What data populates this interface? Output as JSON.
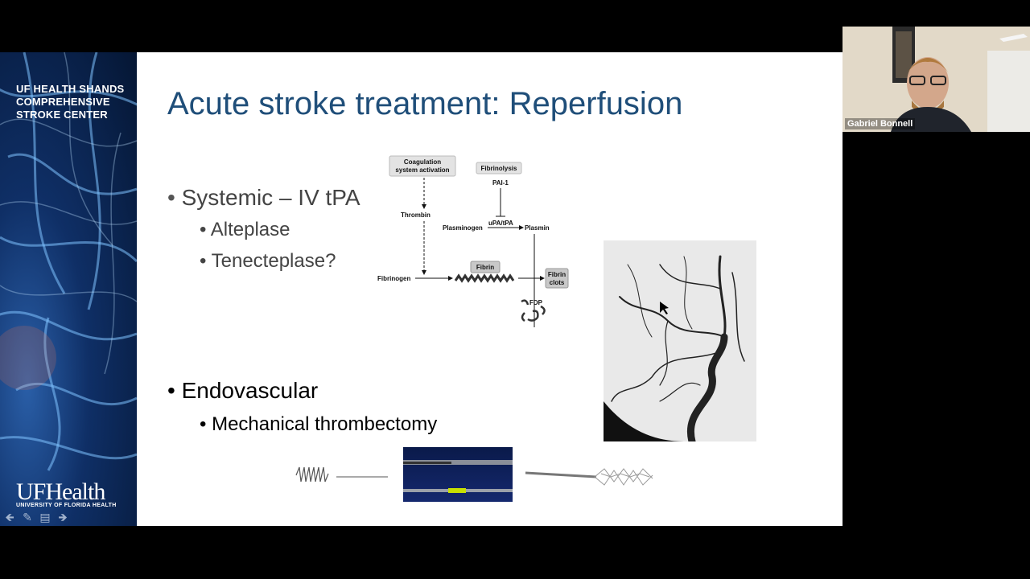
{
  "sidebar": {
    "brand_line1": "UF HEALTH SHANDS",
    "brand_line2": "COMPREHENSIVE",
    "brand_line3": "STROKE CENTER",
    "logo_text": "UFHealth",
    "logo_sub": "UNIVERSITY OF FLORIDA HEALTH"
  },
  "slide": {
    "title": "Acute stroke treatment: Reperfusion",
    "bullet1": "Systemic – IV tPA",
    "bullet1_sub1": "Alteplase",
    "bullet1_sub2": "Tenecteplase?",
    "bullet2": "Endovascular",
    "bullet2_sub1": "Mechanical thrombectomy"
  },
  "diagram": {
    "coag_line1": "Coagulation",
    "coag_line2": "system activation",
    "fibrinolysis": "Fibrinolysis",
    "pai": "PAI-1",
    "thrombin": "Thrombin",
    "upa": "uPA/tPA",
    "plasminogen": "Plasminogen",
    "plasmin": "Plasmin",
    "fibrin": "Fibrin",
    "fibrinogen": "Fibrinogen",
    "fibrin_clots_line1": "Fibrin",
    "fibrin_clots_line2": "clots",
    "fdp": "FDP"
  },
  "webcam": {
    "participant_name": "Gabriel Bonnell"
  },
  "colors": {
    "title": "#1f4e79",
    "sidebar_bg": "#0f2f66",
    "label_box": "#d9d9d9"
  }
}
